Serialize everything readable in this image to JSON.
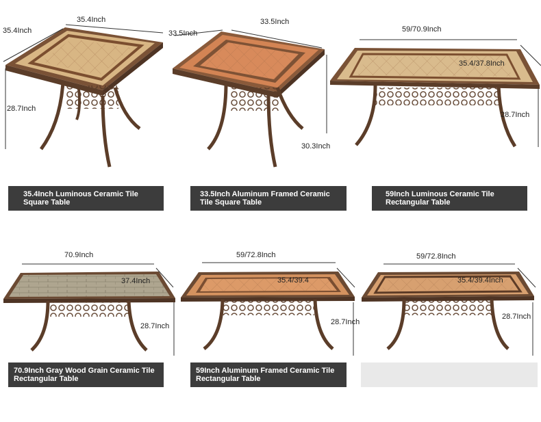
{
  "products": [
    {
      "caption": "35.4Inch Luminous Ceramic Tile Square Table",
      "dimensions": {
        "top_width": "35.4Inch",
        "top_depth": "35.4Inch",
        "height": "28.7Inch"
      }
    },
    {
      "caption": "33.5Inch Aluminum Framed Ceramic Tile Square Table",
      "dimensions": {
        "top_width": "33.5Inch",
        "top_depth": "33.5Inch",
        "height": "30.3Inch"
      }
    },
    {
      "caption": "59Inch Luminous Ceramic Tile Rectangular Table",
      "dimensions": {
        "length": "59/70.9Inch",
        "width": "35.4/37.8Inch",
        "height": "28.7Inch"
      }
    },
    {
      "caption": "70.9Inch Gray Wood Grain Ceramic Tile Rectangular Table",
      "dimensions": {
        "length": "70.9Inch",
        "width": "37.4Inch",
        "height": "28.7Inch"
      }
    },
    {
      "caption": "59Inch Aluminum Framed Ceramic Tile Rectangular Table",
      "dimensions": {
        "length": "59/72.8Inch",
        "width": "35.4/39.4",
        "height": "28.7Inch"
      }
    },
    {
      "caption": "",
      "dimensions": {
        "length": "59/72.8Inch",
        "width": "35.4/39.4Inch",
        "height": "28.7Inch"
      }
    }
  ],
  "colors": {
    "caption_bg": "#3c3c3c",
    "bronze": "#6b4a33",
    "tile_beige": "#d9b88a",
    "tile_terracotta": "#d6865a",
    "tile_gray_wood": "#a59c86"
  }
}
